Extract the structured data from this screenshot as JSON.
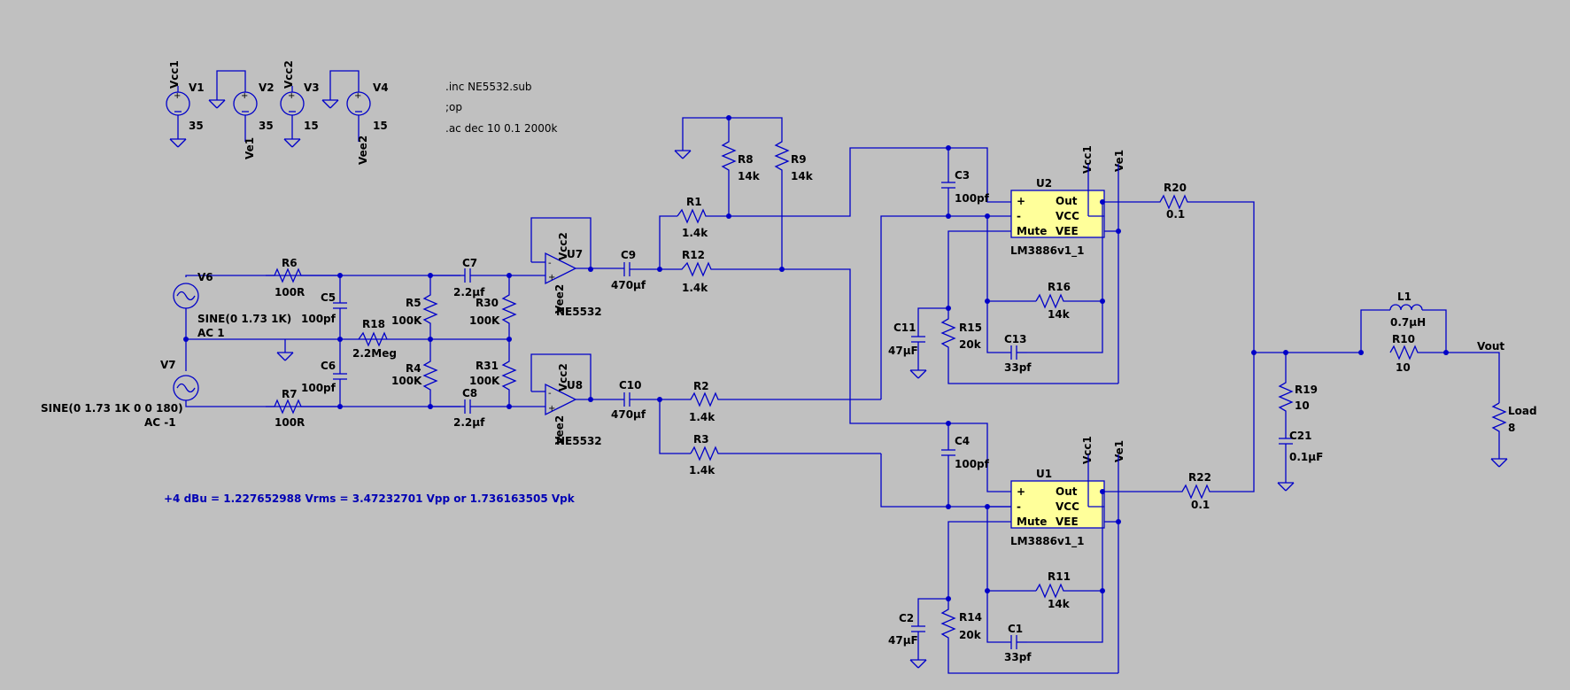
{
  "directives": [
    ".inc NE5532.sub",
    ";op",
    ".ac dec 10 0.1 2000k"
  ],
  "note": "+4 dBu = 1.227652988 Vrms = 3.47232701 Vpp or 1.736163505 Vpk",
  "sources": {
    "V1": {
      "ref": "V1",
      "net": "Vcc1",
      "value": "35"
    },
    "V2": {
      "ref": "V2",
      "net": "Ve1",
      "value": "35"
    },
    "V3": {
      "ref": "V3",
      "net": "Vcc2",
      "value": "15"
    },
    "V4": {
      "ref": "V4",
      "net": "Vee2",
      "value": "15"
    },
    "V6": {
      "ref": "V6",
      "line1": "SINE(0 1.73 1K)",
      "line2": "AC 1"
    },
    "V7": {
      "ref": "V7",
      "line1": "SINE(0 1.73 1K 0 0 180)",
      "line2": "AC -1"
    }
  },
  "resistors": {
    "R6": {
      "ref": "R6",
      "value": "100R"
    },
    "R7": {
      "ref": "R7",
      "value": "100R"
    },
    "R18": {
      "ref": "R18",
      "value": "2.2Meg"
    },
    "R5": {
      "ref": "R5",
      "value": "100K"
    },
    "R4": {
      "ref": "R4",
      "value": "100K"
    },
    "R30": {
      "ref": "R30",
      "value": "100K"
    },
    "R31": {
      "ref": "R31",
      "value": "100K"
    },
    "R1": {
      "ref": "R1",
      "value": "1.4k"
    },
    "R12": {
      "ref": "R12",
      "value": "1.4k"
    },
    "R2": {
      "ref": "R2",
      "value": "1.4k"
    },
    "R3": {
      "ref": "R3",
      "value": "1.4k"
    },
    "R8": {
      "ref": "R8",
      "value": "14k"
    },
    "R9": {
      "ref": "R9",
      "value": "14k"
    },
    "R16": {
      "ref": "R16",
      "value": "14k"
    },
    "R11": {
      "ref": "R11",
      "value": "14k"
    },
    "R15": {
      "ref": "R15",
      "value": "20k"
    },
    "R14": {
      "ref": "R14",
      "value": "20k"
    },
    "R20": {
      "ref": "R20",
      "value": "0.1"
    },
    "R22": {
      "ref": "R22",
      "value": "0.1"
    },
    "R19": {
      "ref": "R19",
      "value": "10"
    },
    "R10": {
      "ref": "R10",
      "value": "10"
    },
    "Load": {
      "ref": "Load",
      "value": "8"
    }
  },
  "capacitors": {
    "C5": {
      "ref": "C5",
      "value": "100pf"
    },
    "C6": {
      "ref": "C6",
      "value": "100pf"
    },
    "C7": {
      "ref": "C7",
      "value": "2.2µf"
    },
    "C8": {
      "ref": "C8",
      "value": "2.2µf"
    },
    "C9": {
      "ref": "C9",
      "value": "470µf"
    },
    "C10": {
      "ref": "C10",
      "value": "470µf"
    },
    "C3": {
      "ref": "C3",
      "value": "100pf"
    },
    "C4": {
      "ref": "C4",
      "value": "100pf"
    },
    "C11": {
      "ref": "C11",
      "value": "47µF"
    },
    "C2": {
      "ref": "C2",
      "value": "47µF"
    },
    "C13": {
      "ref": "C13",
      "value": "33pf"
    },
    "C1": {
      "ref": "C1",
      "value": "33pf"
    },
    "C21": {
      "ref": "C21",
      "value": "0.1µF"
    }
  },
  "inductors": {
    "L1": {
      "ref": "L1",
      "value": "0.7µH"
    }
  },
  "opamps": {
    "U7": {
      "ref": "U7",
      "model": "NE5532",
      "vplus": "Vcc2",
      "vminus": "Vee2"
    },
    "U8": {
      "ref": "U8",
      "model": "NE5532",
      "vplus": "Vcc2",
      "vminus": "Vee2"
    }
  },
  "ics": {
    "U2": {
      "ref": "U2",
      "model": "LM3886v1_1",
      "pins": {
        "plus": "+",
        "minus": "-",
        "mute": "Mute",
        "out": "Out",
        "vcc": "VCC",
        "vee": "VEE"
      },
      "vcc_net": "Vcc1",
      "vee_net": "Ve1"
    },
    "U1": {
      "ref": "U1",
      "model": "LM3886v1_1",
      "pins": {
        "plus": "+",
        "minus": "-",
        "mute": "Mute",
        "out": "Out",
        "vcc": "VCC",
        "vee": "VEE"
      },
      "vcc_net": "Vcc1",
      "vee_net": "Ve1"
    }
  },
  "output": {
    "net": "Vout"
  },
  "colors": {
    "wire": "#0000c8",
    "background": "#c0c0c0",
    "ic_fill": "#ffff9a",
    "note": "#0000b4"
  }
}
